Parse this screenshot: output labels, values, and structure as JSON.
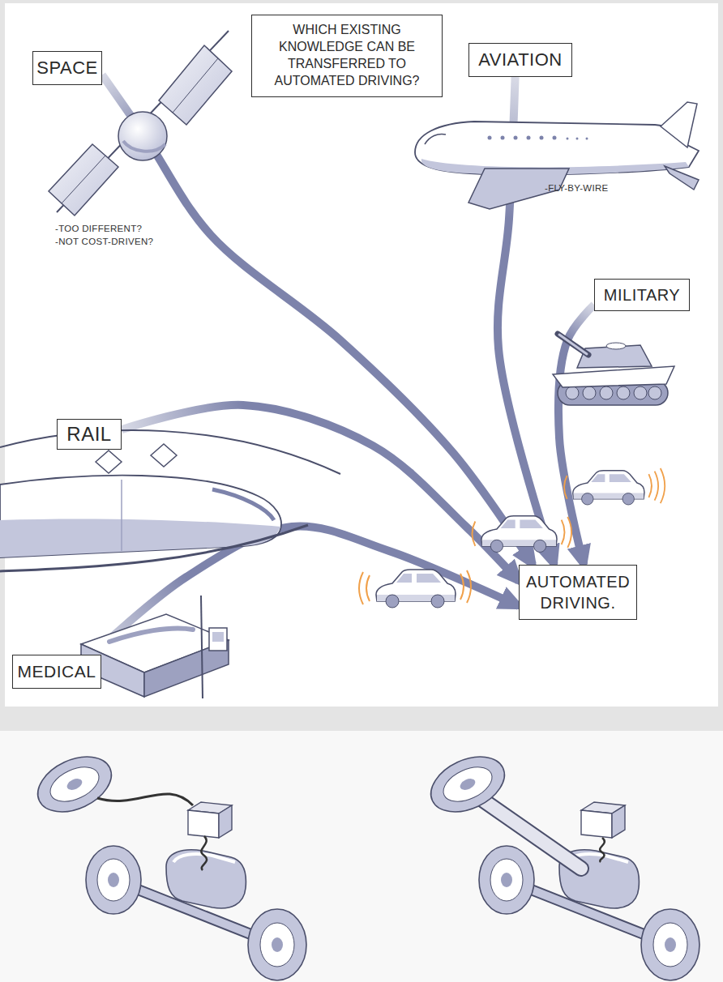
{
  "diagram": {
    "title": "WHICH EXISTING KNOWLEDGE CAN BE TRANSFERRED TO AUTOMATED DRIVING?",
    "nodes": [
      {
        "text": [
          "SPACE"
        ]
      },
      {
        "text": [
          "AVIATION"
        ]
      },
      {
        "text": [
          "MILITARY"
        ]
      },
      {
        "text": [
          "RAIL"
        ]
      },
      {
        "text": [
          "AUTOMATED DRIVING."
        ]
      },
      {
        "text": [
          "MEDICAL"
        ]
      }
    ],
    "edges": [
      {
        "from": 0,
        "to": 4,
        "arrow": "to"
      },
      {
        "from": 1,
        "to": 4,
        "arrow": "to"
      },
      {
        "from": 2,
        "to": 4,
        "arrow": "to"
      },
      {
        "from": 3,
        "to": 4,
        "arrow": "to"
      },
      {
        "from": 5,
        "to": 4,
        "arrow": "to"
      }
    ],
    "labels": [
      "-TOO DIFFERENT?",
      "-NOT COST-DRIVEN?",
      "-FLY-BY-WIRE"
    ]
  }
}
